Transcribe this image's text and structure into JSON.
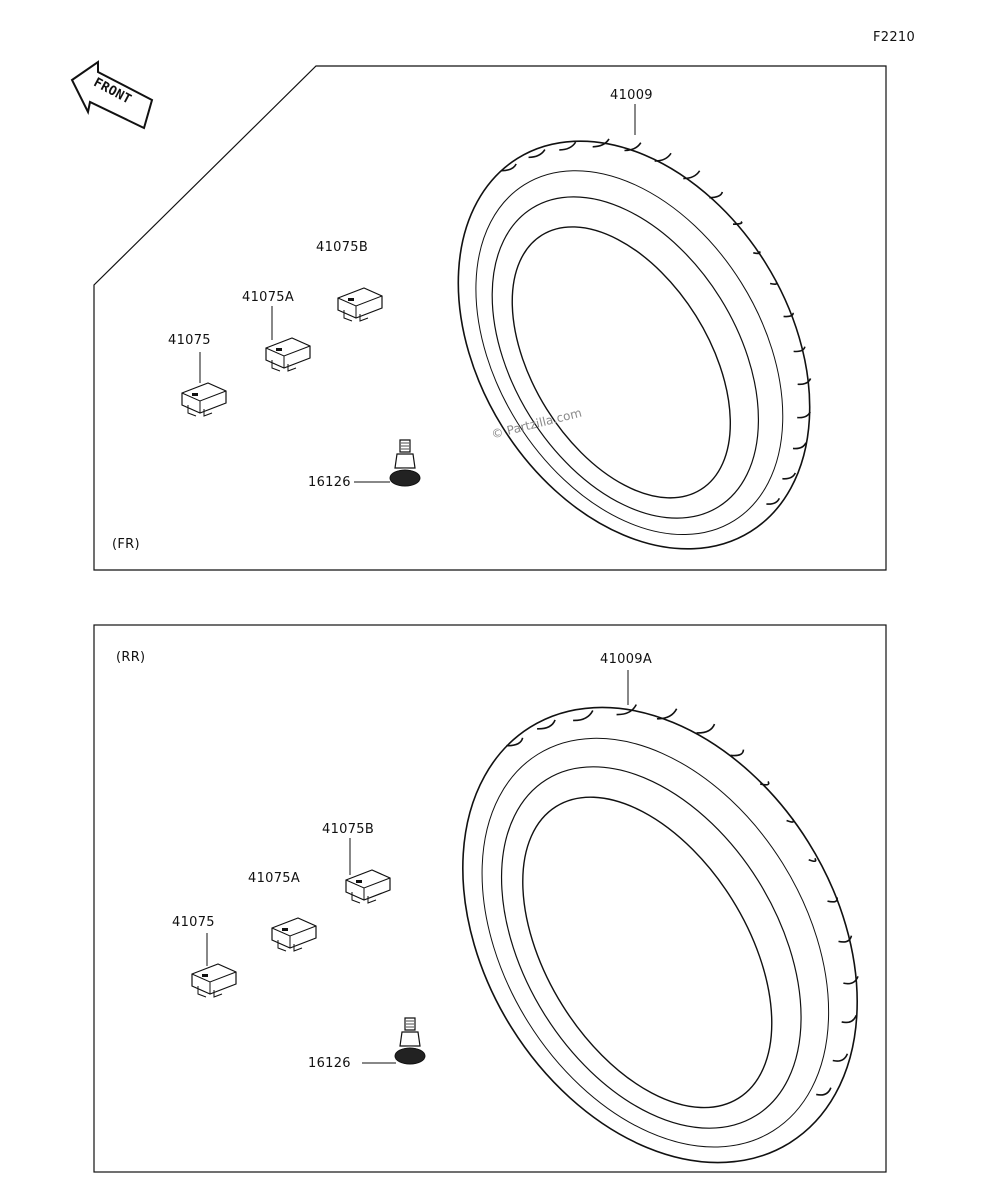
{
  "figure_code": "F2210",
  "front_arrow": "FRONT",
  "watermark": "© Partzilla.com",
  "top_panel": {
    "section": "(FR)",
    "tire": "41009",
    "weight_a": "41075",
    "weight_b": "41075A",
    "weight_c": "41075B",
    "valve": "16126"
  },
  "bottom_panel": {
    "section": "(RR)",
    "tire": "41009A",
    "weight_a": "41075",
    "weight_b": "41075A",
    "weight_c": "41075B",
    "valve": "16126"
  }
}
